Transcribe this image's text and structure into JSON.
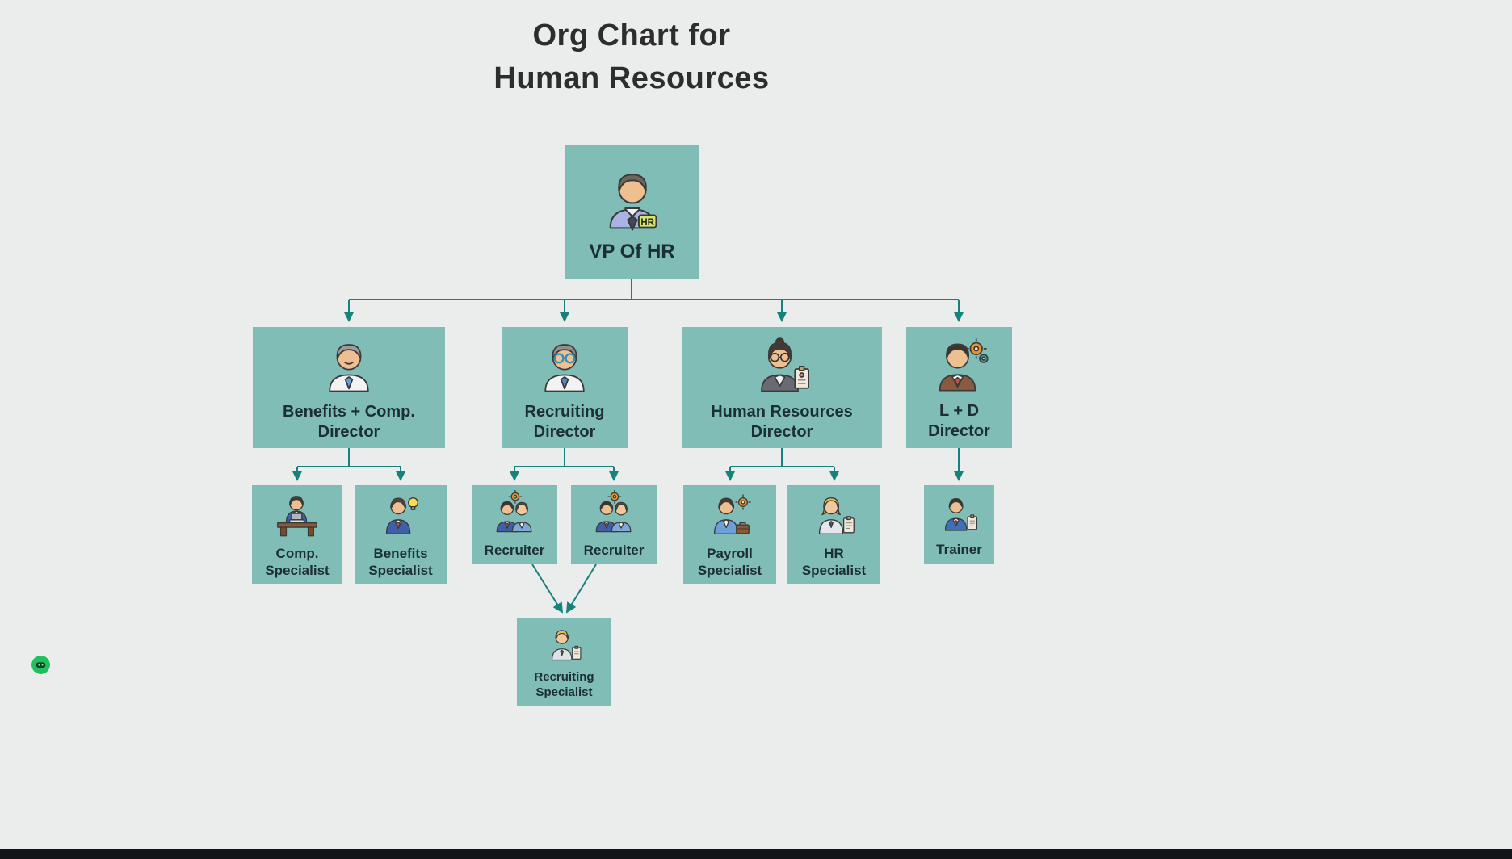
{
  "title": {
    "line1": "Org Chart for",
    "line2": "Human Resources"
  },
  "colors": {
    "background": "#ebedec",
    "node_fill": "#7fbdb6",
    "connector": "#16827c",
    "title_text": "#2d2d2d",
    "label_text": "#1c2f36",
    "brand_bubble_green": "#1fc15f",
    "footer_bar": "#121419"
  },
  "badges": {
    "vp_badge": "HR"
  },
  "nodes": {
    "vp": {
      "label": "VP Of HR"
    },
    "benefits_comp_director": {
      "label_line1": "Benefits + Comp.",
      "label_line2": "Director"
    },
    "recruiting_director": {
      "label_line1": "Recruiting",
      "label_line2": "Director"
    },
    "hr_director": {
      "label_line1": "Human Resources",
      "label_line2": "Director"
    },
    "ld_director": {
      "label_line1": "L + D",
      "label_line2": "Director"
    },
    "comp_specialist": {
      "label_line1": "Comp.",
      "label_line2": "Specialist"
    },
    "benefits_specialist": {
      "label_line1": "Benefits",
      "label_line2": "Specialist"
    },
    "recruiter_1": {
      "label": "Recruiter"
    },
    "recruiter_2": {
      "label": "Recruiter"
    },
    "payroll_specialist": {
      "label_line1": "Payroll",
      "label_line2": "Specialist"
    },
    "hr_specialist": {
      "label_line1": "HR",
      "label_line2": "Specialist"
    },
    "trainer": {
      "label": "Trainer"
    },
    "recruiting_specialist": {
      "label_line1": "Recruiting",
      "label_line2": "Specialist"
    }
  }
}
